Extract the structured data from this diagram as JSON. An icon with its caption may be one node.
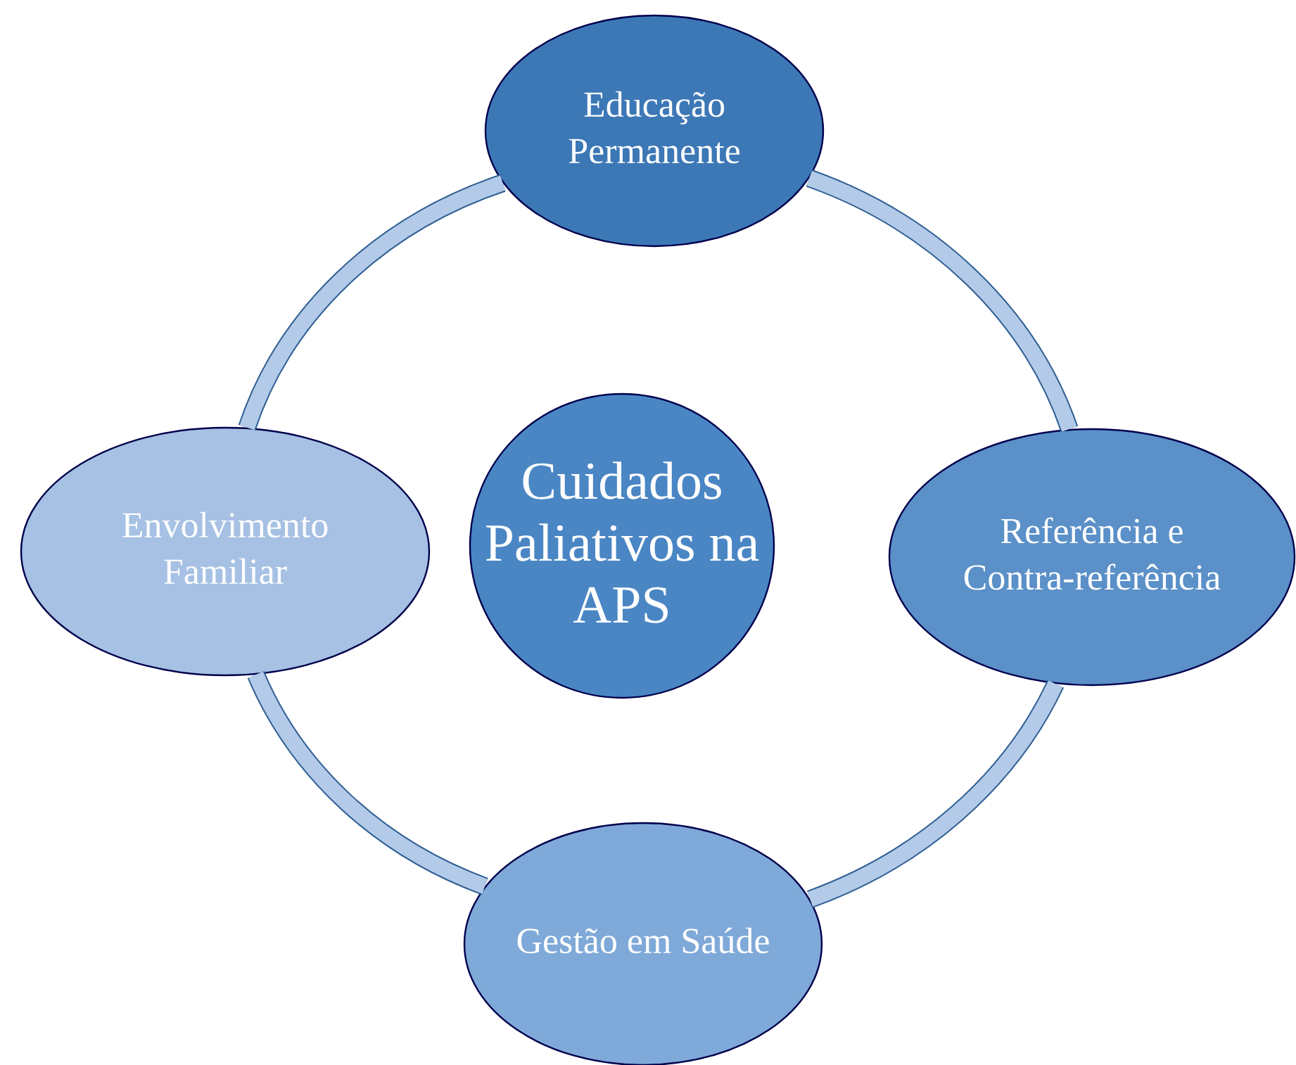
{
  "diagram": {
    "nodes": [
      {
        "text": [
          "Educação Permanente"
        ]
      },
      {
        "text": [
          "Envolvimento Familiar"
        ]
      },
      {
        "text": [
          "Cuidados Paliativos na APS"
        ]
      },
      {
        "text": [
          "Referência e Contra-referência"
        ]
      },
      {
        "text": [
          "Gestão em Saúde"
        ]
      }
    ],
    "edges": [
      {
        "from": 0,
        "to": 3,
        "arrow": "none"
      },
      {
        "from": 3,
        "to": 4,
        "arrow": "none"
      },
      {
        "from": 4,
        "to": 1,
        "arrow": "none"
      },
      {
        "from": 1,
        "to": 0,
        "arrow": "none"
      }
    ]
  }
}
